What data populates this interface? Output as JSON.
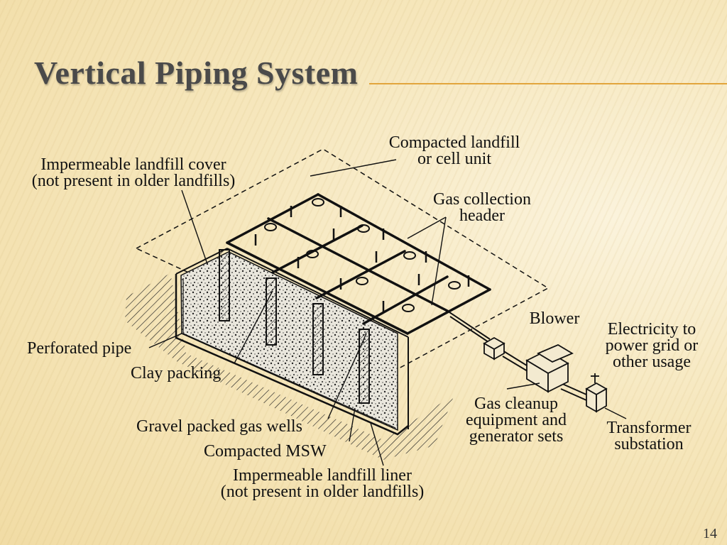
{
  "slide": {
    "title": "Vertical Piping System",
    "page_number": "14"
  },
  "labels": {
    "compacted_landfill": [
      "Compacted landfill",
      "or cell unit"
    ],
    "impermeable_cover": [
      "Impermeable landfill cover",
      "(not present in older landfills)"
    ],
    "gas_collection_header": [
      "Gas collection",
      "header"
    ],
    "blower": "Blower",
    "electricity": [
      "Electricity to",
      "power grid or",
      "other usage"
    ],
    "perforated_pipe": "Perforated pipe",
    "clay_packing": "Clay packing",
    "gas_cleanup": [
      "Gas cleanup",
      "equipment and",
      "generator sets"
    ],
    "transformer": [
      "Transformer",
      "substation"
    ],
    "gravel_wells": "Gravel packed gas wells",
    "compacted_msw": "Compacted MSW",
    "impermeable_liner": [
      "Impermeable landfill liner",
      "(not present in older landfills)"
    ]
  }
}
